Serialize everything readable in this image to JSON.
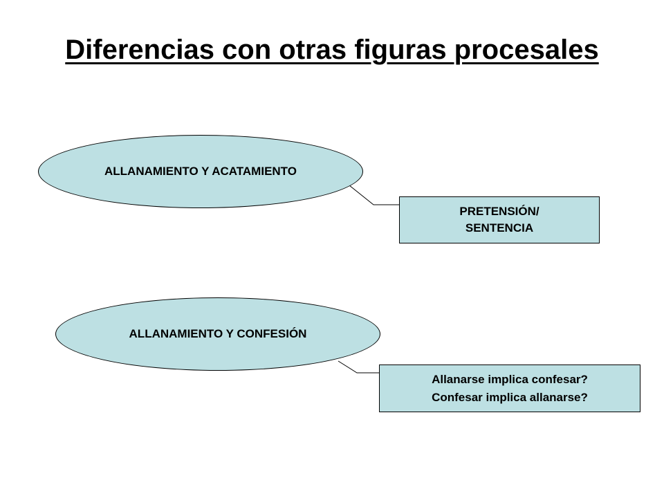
{
  "title": "Diferencias con otras figuras procesales",
  "colors": {
    "shape_fill": "#bde0e3",
    "stroke": "#000000",
    "background": "#ffffff"
  },
  "pairs": [
    {
      "ellipse_label": "ALLANAMIENTO Y ACATAMIENTO",
      "box_lines": [
        "PRETENSIÓN/",
        "SENTENCIA"
      ]
    },
    {
      "ellipse_label": "ALLANAMIENTO Y CONFESIÓN",
      "box_lines": [
        "Allanarse implica confesar?",
        "Confesar implica allanarse?"
      ]
    }
  ]
}
